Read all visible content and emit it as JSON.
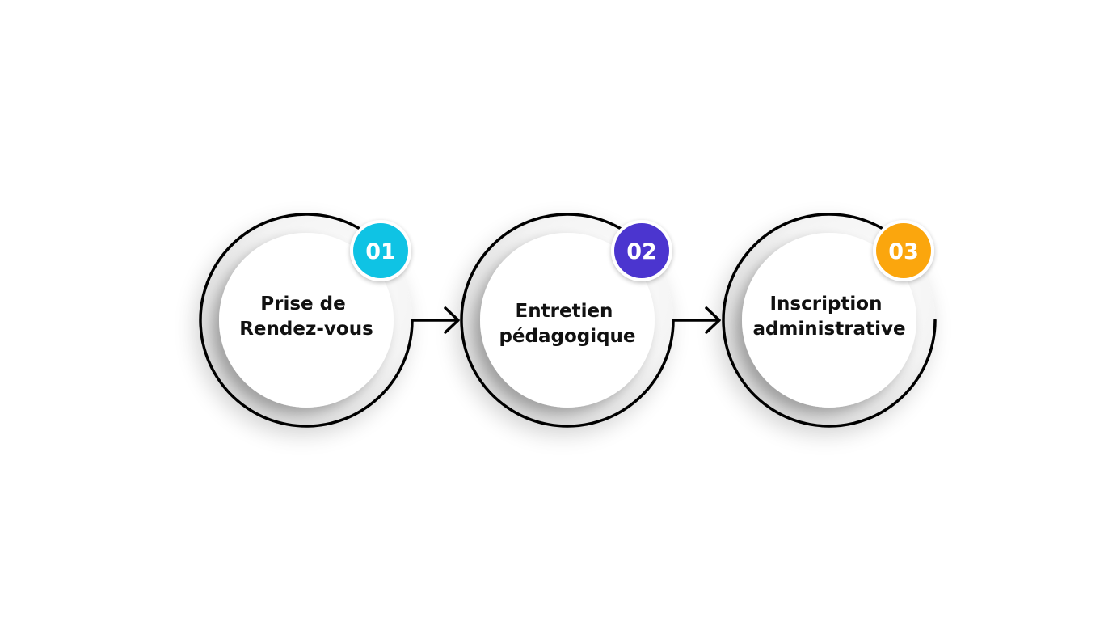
{
  "steps": [
    {
      "number": "01",
      "label_lines": [
        "Prise de",
        "Rendez-vous"
      ],
      "badge_color": "#0fc3e4"
    },
    {
      "number": "02",
      "label_lines": [
        "Entretien",
        "pédagogique"
      ],
      "badge_color": "#4b35cf"
    },
    {
      "number": "03",
      "label_lines": [
        "Inscription",
        "administrative"
      ],
      "badge_color": "#fba60d"
    }
  ],
  "colors": {
    "background": "#ffffff",
    "ring_stroke": "#000000",
    "text": "#111111"
  }
}
